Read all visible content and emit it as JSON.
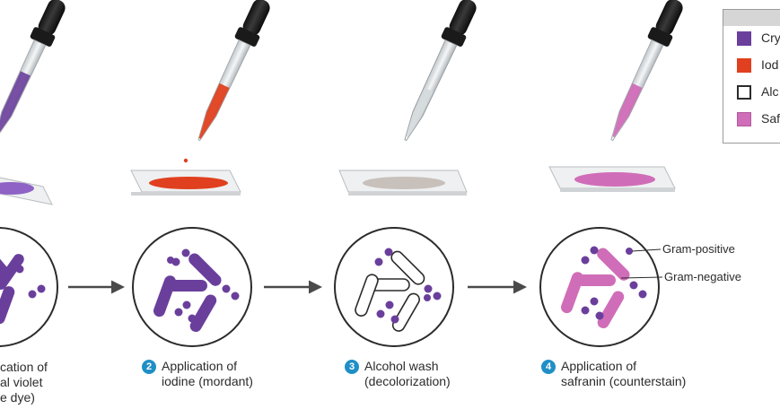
{
  "colors": {
    "crystal_violet": "#6a3f9c",
    "iodine": "#e0401f",
    "alcohol": "#ffffff",
    "safranin": "#d06db8",
    "step_badge": "#1f8fc6",
    "arrow": "#4a4a4a"
  },
  "key": {
    "header": "",
    "items": [
      {
        "label": "Cry",
        "color": "#6a3f9c",
        "outline": false
      },
      {
        "label": "Iod",
        "color": "#e0401f",
        "outline": false
      },
      {
        "label": "Alc",
        "color": "#ffffff",
        "outline": true
      },
      {
        "label": "Saf",
        "color": "#d06db8",
        "outline": true
      }
    ]
  },
  "steps": [
    {
      "number": "",
      "line1": "cation of",
      "line2": "al violet",
      "line3": "e dye)"
    },
    {
      "number": "2",
      "line1": "Application of",
      "line2": "iodine (mordant)",
      "line3": ""
    },
    {
      "number": "3",
      "line1": "Alcohol wash",
      "line2": "(decolorization)",
      "line3": ""
    },
    {
      "number": "4",
      "line1": "Application of",
      "line2": "safranin (counterstain)",
      "line3": ""
    }
  ],
  "annotations": {
    "gram_positive": "Gram-positive",
    "gram_negative": "Gram-negative"
  }
}
